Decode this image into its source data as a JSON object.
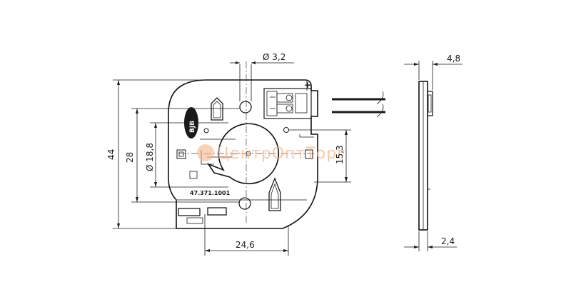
{
  "dimensions": {
    "hole_diameter": "Ø 3,2",
    "thickness_top": "4,8",
    "height_total": "44",
    "height_inner": "28",
    "center_diameter": "Ø 18,8",
    "height_right": "15,3",
    "width_bottom": "24,6",
    "thickness_bottom": "2,4"
  },
  "part_number": "47.371.1001",
  "logo": "BJB",
  "polarity": "+",
  "watermark": "ЦентрОптТорг",
  "colors": {
    "line": "#1a1a1a",
    "watermark": "#f4b58a"
  }
}
